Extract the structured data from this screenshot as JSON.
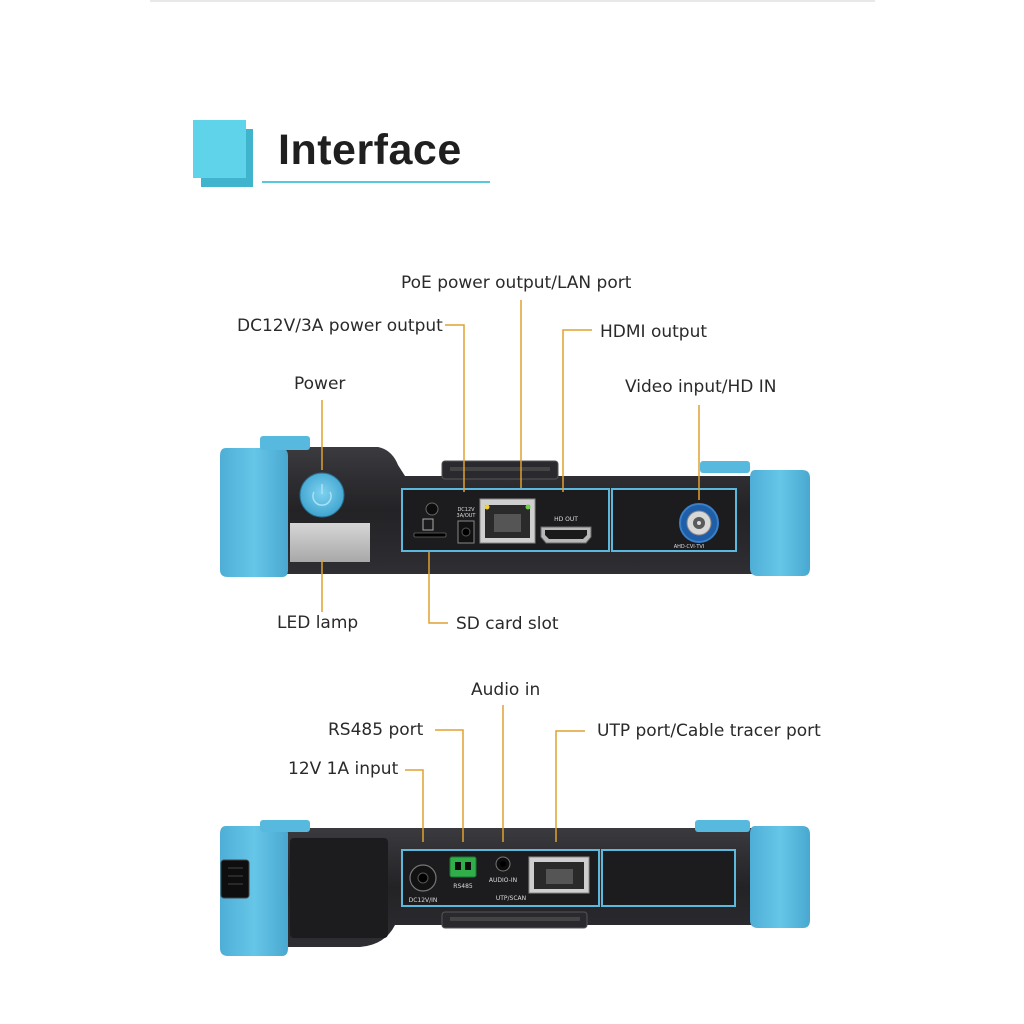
{
  "header": {
    "title": "Interface"
  },
  "top_view": {
    "labels": {
      "poe": "PoE power output/LAN port",
      "dc12v": "DC12V/3A power output",
      "hdmi": "HDMI output",
      "power": "Power",
      "video": "Video input/HD IN",
      "led": "LED lamp",
      "sd": "SD card slot"
    },
    "port_text": {
      "dc_out": "DC12V",
      "dc_out2": "3A/OUT",
      "hd_out": "HD OUT",
      "bnc": "AHD·CVI·TVI"
    }
  },
  "bottom_view": {
    "labels": {
      "audio": "Audio in",
      "rs485": "RS485 port",
      "utp": "UTP port/Cable tracer port",
      "dc_in": "12V 1A input"
    },
    "port_text": {
      "dc_in": "DC12V/IN",
      "rs485": "RS485",
      "audio": "AUDIO-IN",
      "utp": "UTP/SCAN"
    }
  },
  "colors": {
    "accent": "#5fd3ea",
    "bumper": "#56b9dd",
    "body": "#2a2a2e",
    "leader": "#e0a030",
    "panel_border": "#5cb8dc"
  }
}
